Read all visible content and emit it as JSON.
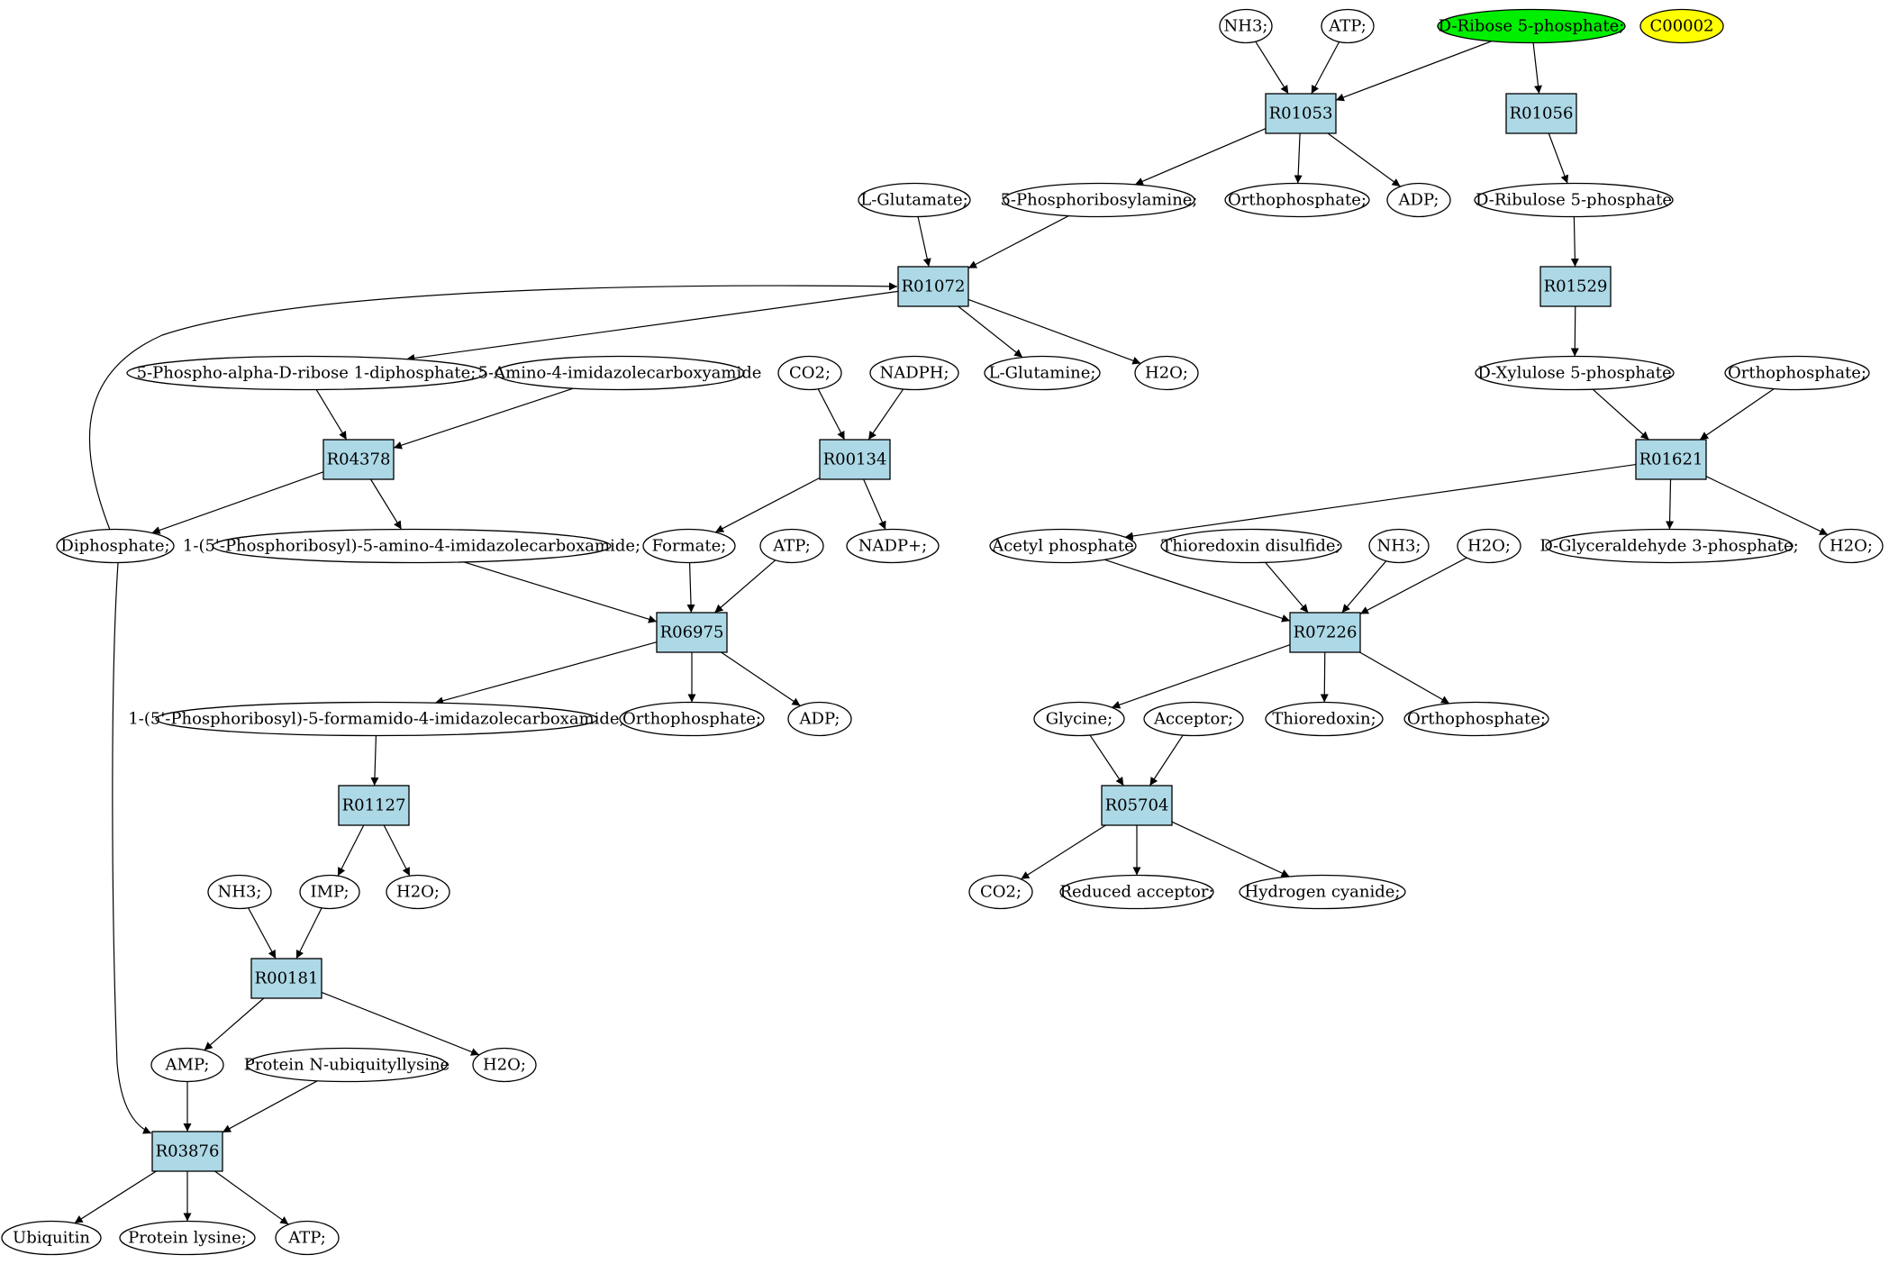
{
  "colors": {
    "reaction_fill": "#add8e6",
    "start_fill": "#00ee00",
    "marker_fill": "#ffff00",
    "compound_fill": "#ffffff",
    "stroke": "#000000"
  },
  "nodes": {
    "nh3_a": "NH3;",
    "atp_a": "ATP;",
    "ribose5p": "D-Ribose 5-phosphate;",
    "c00002": "C00002",
    "r01053": "R01053",
    "r01056": "R01056",
    "prib_amine": "5-Phosphoribosylamine;",
    "orthop_a": "Orthophosphate;",
    "adp_a": "ADP;",
    "ribulose5p": "D-Ribulose 5-phosphate",
    "glutamate": "L-Glutamate;",
    "r01072": "R01072",
    "r01529": "R01529",
    "prpp": "5-Phospho-alpha-D-ribose 1-diphosphate;",
    "aica": "5-Amino-4-imidazolecarboxyamide",
    "co2_a": "CO2;",
    "nadph": "NADPH;",
    "glutamine": "L-Glutamine;",
    "h2o_a": "H2O;",
    "xylulose5p": "D-Xylulose 5-phosphate",
    "orthop_b": "Orthophosphate;",
    "r04378": "R04378",
    "r00134": "R00134",
    "r01621": "R01621",
    "diphosphate": "Diphosphate;",
    "paica": "1-(5'-Phosphoribosyl)-5-amino-4-imidazolecarboxamide;",
    "formate": "Formate;",
    "atp_b": "ATP;",
    "nadp": "NADP+;",
    "acetylp": "Acetyl phosphate",
    "trx_disulfide": "Thioredoxin disulfide;",
    "nh3_b": "NH3;",
    "h2o_b": "H2O;",
    "gap": "D-Glyceraldehyde 3-phosphate;",
    "h2o_c": "H2O;",
    "r06975": "R06975",
    "r07226": "R07226",
    "faica": "1-(5'-Phosphoribosyl)-5-formamido-4-imidazolecarboxamide;",
    "orthop_c": "Orthophosphate;",
    "adp_b": "ADP;",
    "glycine": "Glycine;",
    "acceptor": "Acceptor;",
    "thioredoxin": "Thioredoxin;",
    "orthop_d": "Orthophosphate;",
    "r01127": "R01127",
    "r05704": "R05704",
    "nh3_c": "NH3;",
    "imp": "IMP;",
    "h2o_d": "H2O;",
    "co2_b": "CO2;",
    "reduced_acceptor": "Reduced acceptor;",
    "hcn": "Hydrogen cyanide;",
    "r00181": "R00181",
    "amp": "AMP;",
    "prot_ubiq": "Protein N-ubiquityllysine",
    "h2o_e": "H2O;",
    "r03876": "R03876",
    "ubiquitin": "Ubiquitin",
    "prot_lysine": "Protein lysine;",
    "atp_c": "ATP;"
  }
}
